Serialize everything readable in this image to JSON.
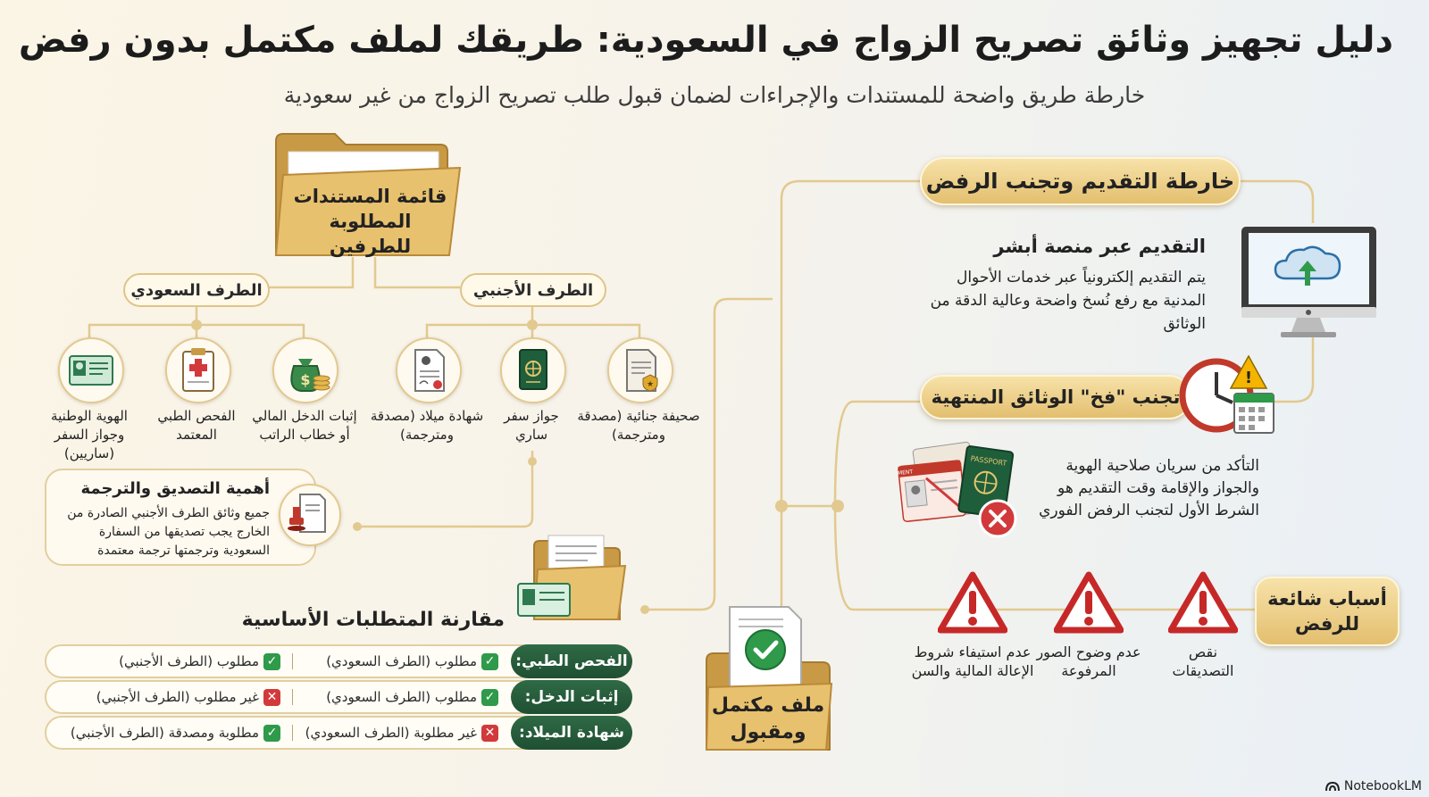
{
  "title": "دليل تجهيز وثائق تصريح الزواج في السعودية: طريقك لملف مكتمل بدون رفض",
  "subtitle": "خارطة طريق واضحة للمستندات والإجراءات لضمان قبول طلب تصريح الزواج من غير سعودية",
  "documents": {
    "folder_title": "قائمة المستندات المطلوبة للطرفين",
    "saudi": {
      "label": "الطرف السعودي",
      "items": [
        {
          "icon": "id-card-icon",
          "label": "الهوية الوطنية وجواز السفر (ساريين)"
        },
        {
          "icon": "medical-clipboard-icon",
          "label": "الفحص الطبي المعتمد"
        },
        {
          "icon": "money-bag-icon",
          "label": "إثبات الدخل المالي أو خطاب الراتب"
        }
      ]
    },
    "foreign": {
      "label": "الطرف الأجنبي",
      "items": [
        {
          "icon": "birth-certificate-icon",
          "label": "شهادة ميلاد (مصدقة ومترجمة)"
        },
        {
          "icon": "passport-icon",
          "label": "جواز سفر ساري"
        },
        {
          "icon": "criminal-record-icon",
          "label": "صحيفة جنائية (مصدقة ومترجمة)"
        }
      ]
    },
    "attestation": {
      "title": "أهمية التصديق والترجمة",
      "text": "جميع وثائق الطرف الأجنبي الصادرة من الخارج يجب تصديقها من السفارة السعودية وترجمتها ترجمة معتمدة"
    }
  },
  "comparison": {
    "title": "مقارنة المتطلبات الأساسية",
    "rows": [
      {
        "label": "الفحص الطبي:",
        "saudi": {
          "status": "ok",
          "text": "مطلوب (الطرف السعودي)"
        },
        "foreign": {
          "status": "ok",
          "text": "مطلوب (الطرف الأجنبي)"
        }
      },
      {
        "label": "إثبات الدخل:",
        "saudi": {
          "status": "ok",
          "text": "مطلوب (الطرف السعودي)"
        },
        "foreign": {
          "status": "no",
          "text": "غير مطلوب (الطرف الأجنبي)"
        }
      },
      {
        "label": "شهادة الميلاد:",
        "saudi": {
          "status": "no",
          "text": "غير مطلوبة (الطرف السعودي)"
        },
        "foreign": {
          "status": "ok",
          "text": "مطلوبة ومصدقة (الطرف الأجنبي)"
        }
      }
    ]
  },
  "final_file": {
    "label": "ملف مكتمل ومقبول"
  },
  "roadmap": {
    "title": "خارطة التقديم وتجنب الرفض",
    "absher": {
      "title": "التقديم عبر منصة أبشر",
      "text": "يتم التقديم إلكترونياً عبر خدمات الأحوال المدنية مع رفع نُسخ واضحة وعالية الدقة من الوثائق"
    },
    "expired": {
      "title": "تجنب \"فخ\" الوثائق المنتهية",
      "text": "التأكد من سريان صلاحية الهوية والجواز والإقامة وقت التقديم هو الشرط الأول لتجنب الرفض الفوري",
      "passport_text": "PASSPORT",
      "placement_text": "PLACEMENT"
    },
    "reasons": {
      "title": "أسباب شائعة للرفض",
      "items": [
        {
          "icon": "warning-icon",
          "label": "نقص التصديقات"
        },
        {
          "icon": "warning-icon",
          "label": "عدم وضوح الصور المرفوعة"
        },
        {
          "icon": "warning-icon",
          "label": "عدم استيفاء شروط الإعالة المالية والسن"
        }
      ]
    }
  },
  "brand": "NotebookLM",
  "colors": {
    "gold": "#e3bf6f",
    "green": "#2f6a45",
    "red": "#d2393a",
    "check": "#2e9a4a"
  }
}
